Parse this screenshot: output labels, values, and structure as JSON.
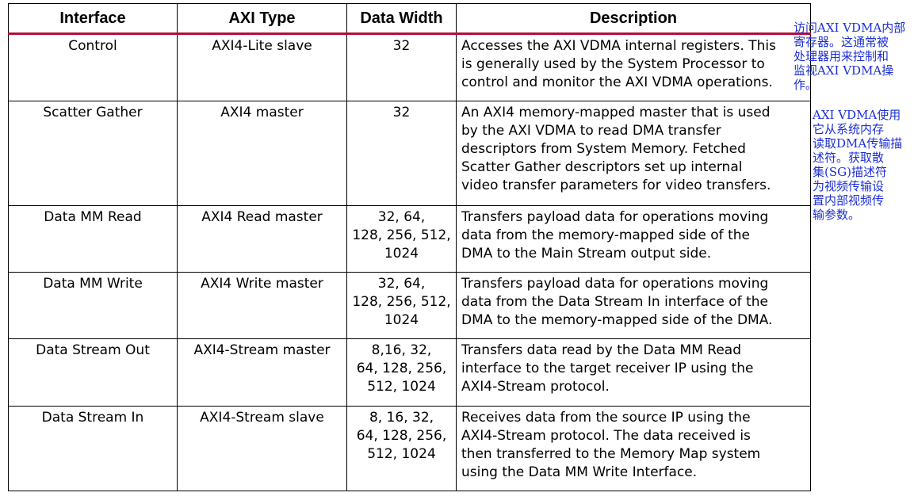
{
  "table": {
    "headers": [
      "Interface",
      "AXI Type",
      "Data Width",
      "Description"
    ],
    "rows": [
      {
        "interface": "Control",
        "axi_type": "AXI4-Lite slave",
        "width_lines": [
          "32"
        ],
        "desc_lines": [
          "Accesses the AXI VDMA internal registers. This",
          "is generally used by the System Processor to",
          "control and monitor the AXI VDMA operations."
        ]
      },
      {
        "interface": "Scatter Gather",
        "axi_type": "AXI4 master",
        "width_lines": [
          "32"
        ],
        "desc_lines": [
          "An AXI4 memory-mapped master that is used",
          "by the AXI VDMA to read DMA transfer",
          "descriptors from System Memory. Fetched",
          "Scatter Gather descriptors set up internal",
          "video transfer parameters for video transfers."
        ]
      },
      {
        "interface": "Data MM Read",
        "axi_type": "AXI4 Read master",
        "width_lines": [
          "32, 64,",
          "128, 256, 512,",
          "1024"
        ],
        "desc_lines": [
          "Transfers payload data for operations moving",
          "data from the memory-mapped side of the",
          "DMA to the Main Stream output side."
        ]
      },
      {
        "interface": "Data MM Write",
        "axi_type": "AXI4 Write master",
        "width_lines": [
          "32, 64,",
          "128, 256, 512,",
          "1024"
        ],
        "desc_lines": [
          "Transfers payload data for operations moving",
          "data from the Data Stream In interface of the",
          "DMA to the memory-mapped side of the DMA."
        ]
      },
      {
        "interface": "Data Stream Out",
        "axi_type": "AXI4-Stream master",
        "width_lines": [
          "8,16, 32,",
          "64, 128, 256,",
          "512, 1024"
        ],
        "desc_lines": [
          "Transfers data read by the Data MM Read",
          "interface to the target receiver IP using the",
          "AXI4-Stream protocol."
        ]
      },
      {
        "interface": "Data Stream In",
        "axi_type": "AXI4-Stream slave",
        "width_lines": [
          "8, 16, 32,",
          "64, 128, 256,",
          "512, 1024"
        ],
        "desc_lines": [
          "Receives data from the source IP using the",
          "AXI4-Stream protocol. The data received is",
          "then transferred to the Memory Map system",
          "using the Data MM Write Interface."
        ]
      }
    ]
  },
  "annotations": [
    {
      "text": "访问AXI VDMA内部\n寄存器。这通常被\n处理器用来控制和\n监视AXI VDMA操\n作。",
      "color": "#1c2fd6"
    },
    {
      "text": "AXI VDMA使用\n它从系统内存\n读取DMA传输描\n述符。获取散\n集(SG)描述符\n为视频传输设\n置内部视频传\n输参数。",
      "color": "#1c2fd6"
    }
  ]
}
